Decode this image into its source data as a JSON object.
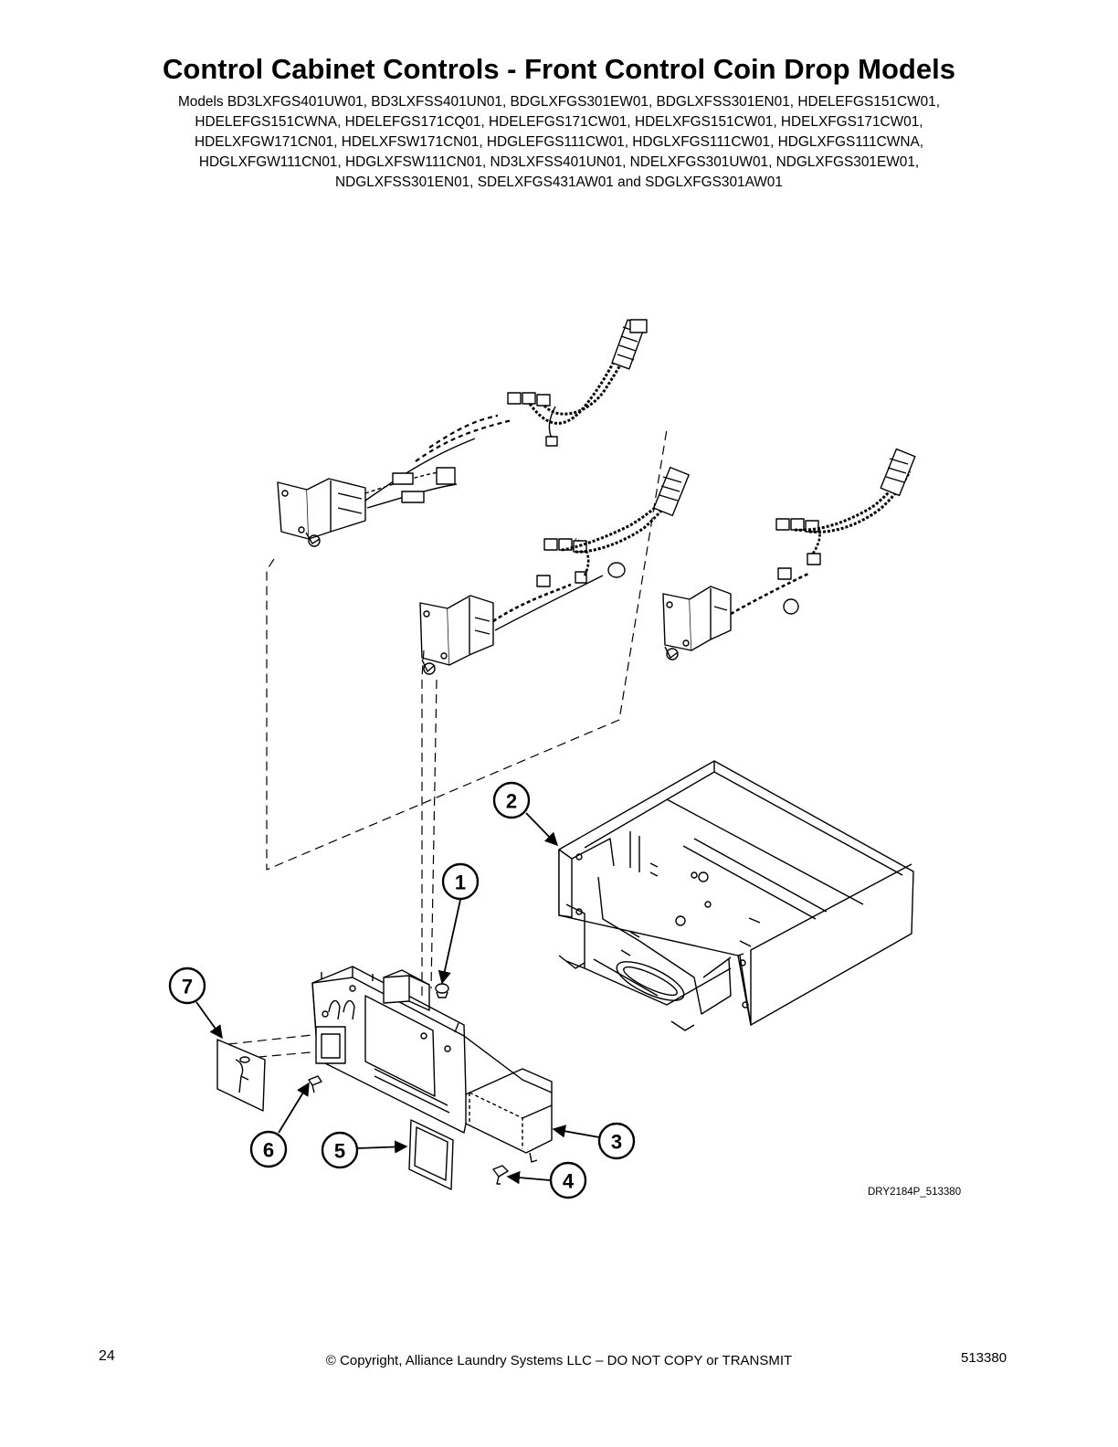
{
  "page": {
    "title": "Control Cabinet Controls - Front Control Coin Drop Models",
    "models_lines": [
      "Models BD3LXFGS401UW01, BD3LXFSS401UN01, BDGLXFGS301EW01, BDGLXFSS301EN01, HDELEFGS151CW01,",
      "HDELEFGS151CWNA, HDELEFGS171CQ01, HDELEFGS171CW01, HDELXFGS151CW01, HDELXFGS171CW01,",
      "HDELXFGW171CN01, HDELXFSW171CN01, HDGLEFGS111CW01, HDGLXFGS111CW01, HDGLXFGS111CWNA,",
      "HDGLXFGW111CN01, HDGLXFSW111CN01, ND3LXFSS401UN01, NDELXFGS301UW01, NDGLXFGS301EW01,",
      "NDGLXFSS301EN01, SDELXFGS431AW01 and SDGLXFGS301AW01"
    ]
  },
  "diagram": {
    "figure_id": "DRY2184P_513380",
    "callouts": [
      "1",
      "2",
      "3",
      "4",
      "5",
      "6",
      "7"
    ]
  },
  "footer": {
    "page_number": "24",
    "copyright": "© Copyright, Alliance Laundry Systems LLC – DO NOT COPY or TRANSMIT",
    "doc_number": "513380"
  }
}
